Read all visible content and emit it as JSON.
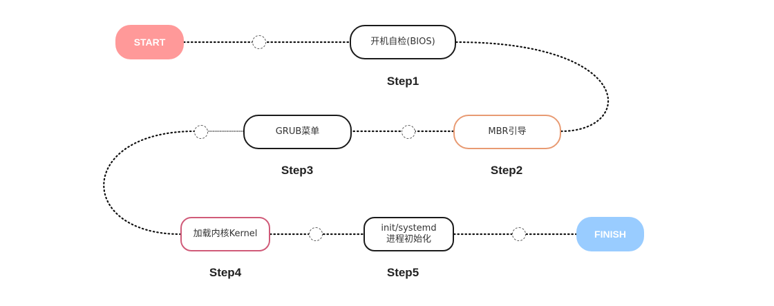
{
  "terminals": {
    "start": {
      "label": "START",
      "color": "#ff9999"
    },
    "finish": {
      "label": "FINISH",
      "color": "#99ccff"
    }
  },
  "nodes": {
    "bios": {
      "label": "开机自检(BIOS)",
      "border_color": "#1a1a1a"
    },
    "mbr": {
      "label": "MBR引导",
      "border_color": "#e89a72"
    },
    "grub": {
      "label": "GRUB菜单",
      "border_color": "#1a1a1a"
    },
    "kernel": {
      "label": "加载内核Kernel",
      "border_color": "#d05a78"
    },
    "init": {
      "label": "init/systemd\n进程初始化",
      "border_color": "#1a1a1a"
    }
  },
  "steps": {
    "step1": "Step1",
    "step2": "Step2",
    "step3": "Step3",
    "step4": "Step4",
    "step5": "Step5"
  }
}
